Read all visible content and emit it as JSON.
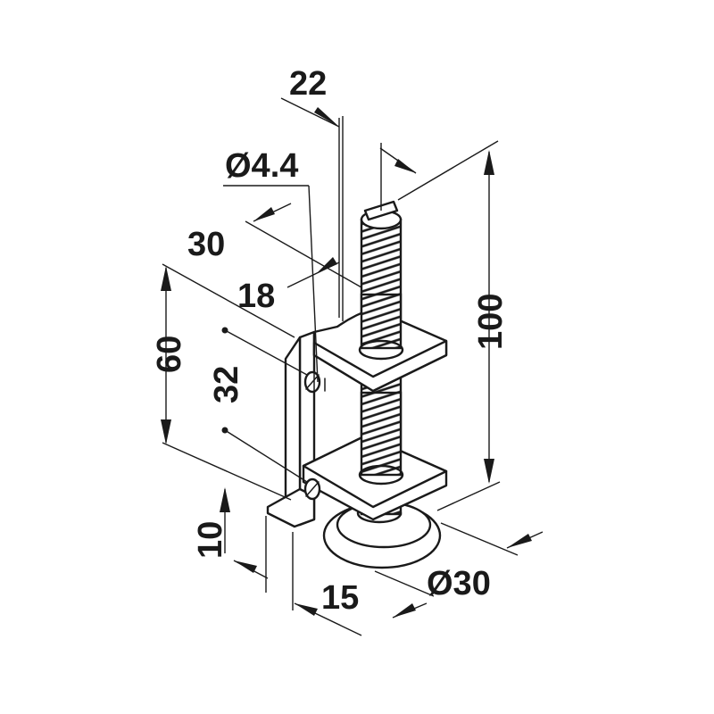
{
  "dimensions": {
    "d22": "22",
    "d44": "Ø4.4",
    "d30": "30",
    "d18": "18",
    "d60": "60",
    "d32": "32",
    "d100": "100",
    "d10": "10",
    "d15": "15",
    "dia30": "Ø30"
  },
  "colors": {
    "line": "#1a1a1a",
    "background": "#ffffff"
  }
}
